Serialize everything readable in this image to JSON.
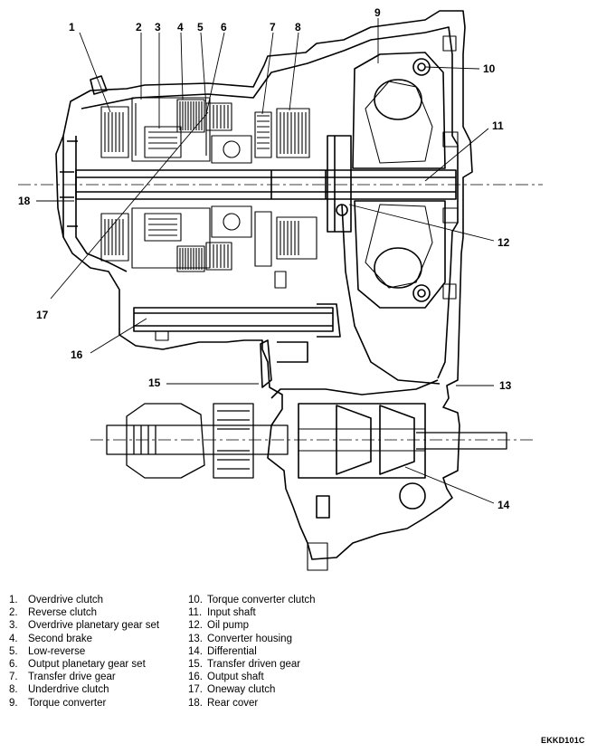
{
  "callouts": [
    "1",
    "2",
    "3",
    "4",
    "5",
    "6",
    "7",
    "8",
    "9",
    "10",
    "11",
    "12",
    "13",
    "14",
    "15",
    "16",
    "17",
    "18"
  ],
  "legend": [
    {
      "num": "1.",
      "label": "Overdrive clutch"
    },
    {
      "num": "2.",
      "label": "Reverse clutch"
    },
    {
      "num": "3.",
      "label": "Overdrive planetary gear set"
    },
    {
      "num": "4.",
      "label": "Second brake"
    },
    {
      "num": "5.",
      "label": "Low-reverse"
    },
    {
      "num": "6.",
      "label": "Output planetary gear set"
    },
    {
      "num": "7.",
      "label": "Transfer drive gear"
    },
    {
      "num": "8.",
      "label": "Underdrive clutch"
    },
    {
      "num": "9.",
      "label": "Torque converter"
    },
    {
      "num": "10.",
      "label": "Torque converter clutch"
    },
    {
      "num": "11.",
      "label": "Input shaft"
    },
    {
      "num": "12.",
      "label": "Oil pump"
    },
    {
      "num": "13.",
      "label": "Converter housing"
    },
    {
      "num": "14.",
      "label": "Differential"
    },
    {
      "num": "15.",
      "label": "Transfer driven gear"
    },
    {
      "num": "16.",
      "label": "Output shaft"
    },
    {
      "num": "17.",
      "label": "Oneway clutch"
    },
    {
      "num": "18.",
      "label": "Rear cover"
    }
  ],
  "figure_code": "EKKD101C"
}
